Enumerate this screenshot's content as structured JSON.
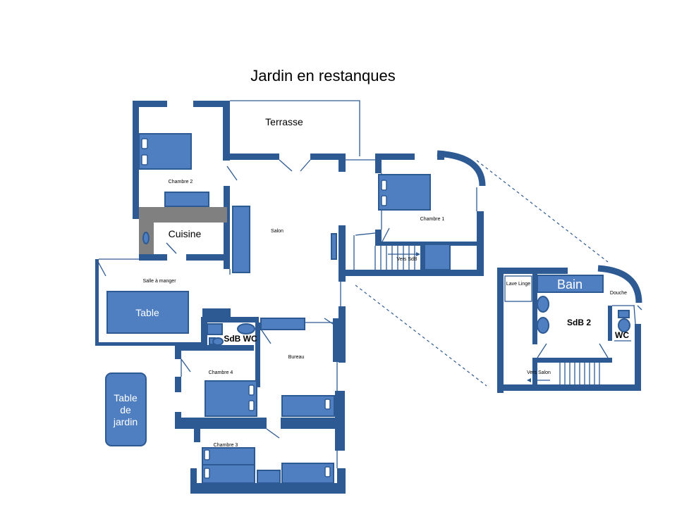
{
  "title": "Jardin en restanques",
  "rooms": {
    "terrasse": "Terrasse",
    "chambre2": "Chambre 2",
    "cuisine": "Cuisine",
    "salon": "Salon",
    "chambre1": "Chambre 1",
    "vers_sdb": "Vers SdB",
    "salle_a_manger": "Salle à manger",
    "table": "Table",
    "sdb_wc": "SdB WC",
    "bureau": "Bureau",
    "chambre4": "Chambre 4",
    "chambre3": "Chambre 3",
    "table_jardin_l1": "Table",
    "table_jardin_l2": "de",
    "table_jardin_l3": "jardin"
  },
  "detail": {
    "lave_linge": "Lave Linge",
    "bain": "Bain",
    "douche": "Douche",
    "sdb2": "SdB 2",
    "wc": "WC",
    "vers_salon": "Vers Salon"
  },
  "colors": {
    "wall": "#2e5a93",
    "furniture": "#4f7fc1",
    "counter": "#808080"
  }
}
